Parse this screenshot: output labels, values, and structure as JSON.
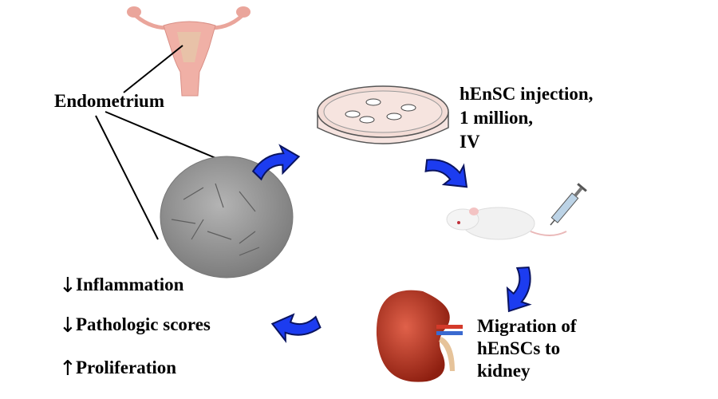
{
  "source": {
    "label": "Endometrium"
  },
  "injection": {
    "lines": [
      "hEnSC injection,",
      "1 million,",
      "IV"
    ]
  },
  "migration": {
    "lines": [
      "Migration of",
      "hEnSCs to",
      "kidney"
    ]
  },
  "outcomes": [
    {
      "direction": "down",
      "symbol": "↓",
      "label": "Inflammation"
    },
    {
      "direction": "down",
      "symbol": "↓",
      "label": "Pathologic scores"
    },
    {
      "direction": "up",
      "symbol": "↑",
      "label": "Proliferation"
    }
  ],
  "colors": {
    "flow_arrow": "#1c3cf0",
    "uterus": "#f0a9a0",
    "kidney": "#b8321e",
    "cells": "#9a9a9a"
  }
}
